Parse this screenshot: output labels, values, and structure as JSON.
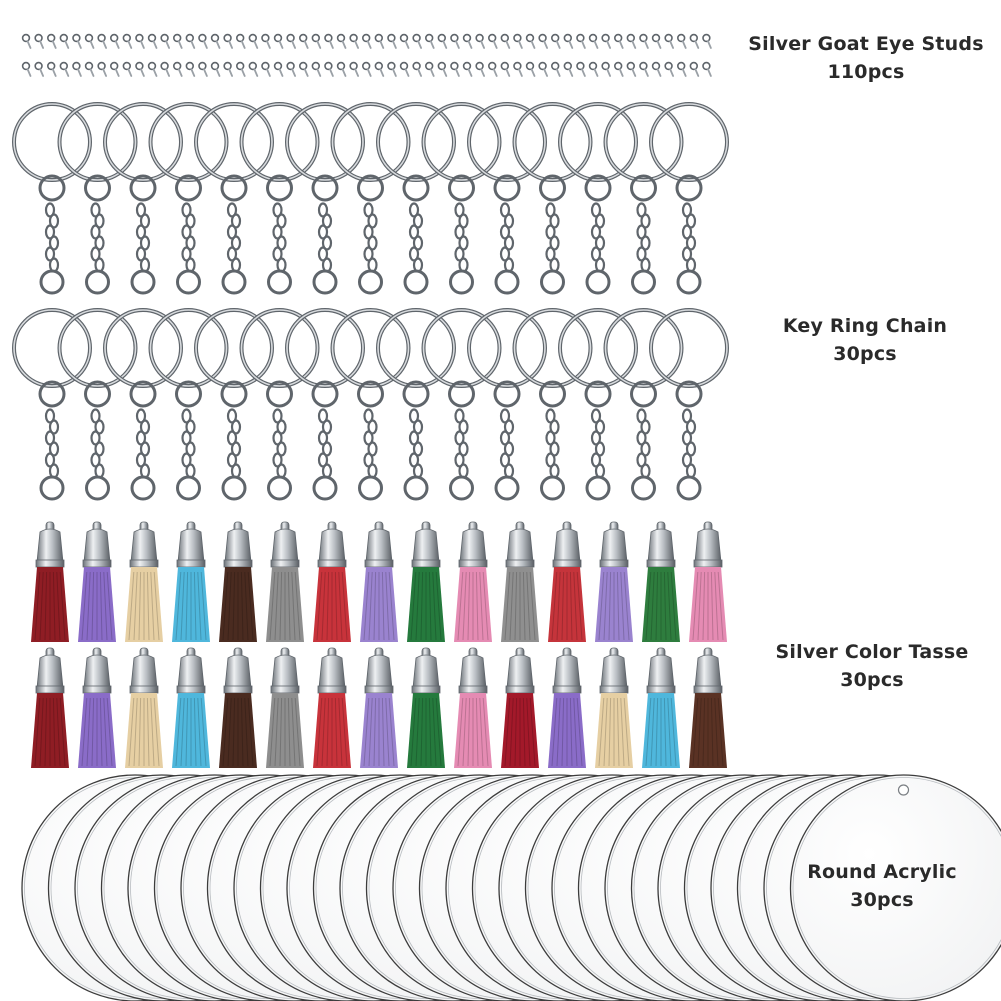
{
  "sections": {
    "eye_studs": {
      "name": "Silver Goat Eye Studs",
      "count": "110pcs"
    },
    "key_rings": {
      "name": "Key Ring Chain",
      "count": "30pcs"
    },
    "tassels": {
      "name": "Silver Color Tasse",
      "count": "30pcs"
    },
    "acrylic": {
      "name": "Round Acrylic",
      "count": "30pcs"
    }
  },
  "colors": {
    "metal": "#9aa0a6",
    "metal_dark": "#5f656b",
    "acrylic_edge": "#3c3c3c",
    "tassel_row1": [
      "#8f1d24",
      "#8a6cc8",
      "#e6cfa3",
      "#4fb7dc",
      "#4a2b20",
      "#8e8e8e",
      "#c8333b",
      "#9a83cf",
      "#257a3d",
      "#e58bb3",
      "#8f8f8f",
      "#c5343b",
      "#9a83cf",
      "#2e7d3e",
      "#e58bb3"
    ],
    "tassel_row2": [
      "#8f1d24",
      "#8a6cc8",
      "#e6cfa3",
      "#4fb7dc",
      "#4a2b20",
      "#8e8e8e",
      "#c8333b",
      "#9a83cf",
      "#257a3d",
      "#e58bb3",
      "#a3192a",
      "#8a6cc8",
      "#e6cfa3",
      "#4fb7dc",
      "#5a3224"
    ]
  }
}
